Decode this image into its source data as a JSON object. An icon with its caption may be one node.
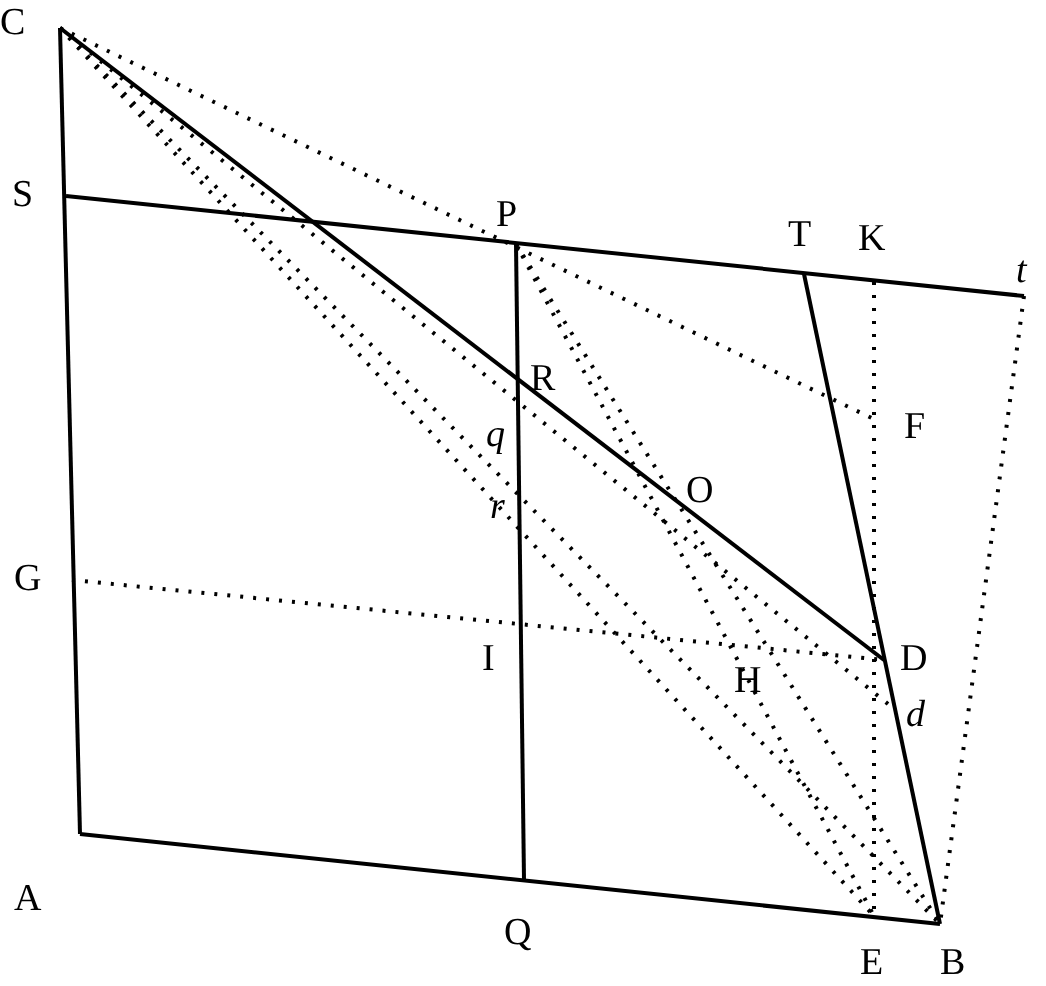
{
  "diagram": {
    "labels": [
      "C",
      "S",
      "P",
      "T",
      "K",
      "t",
      "R",
      "F",
      "q",
      "O",
      "r",
      "G",
      "I",
      "D",
      "H",
      "d",
      "A",
      "Q",
      "E",
      "B"
    ]
  }
}
